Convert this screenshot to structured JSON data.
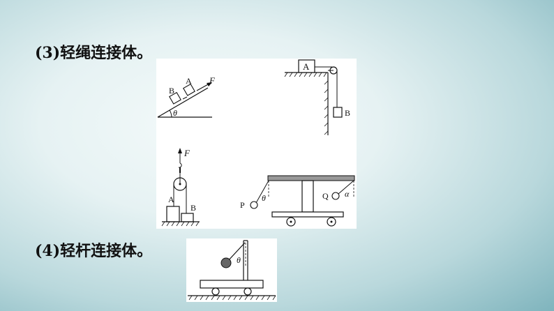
{
  "headings": {
    "h3": "(3)轻绳连接体。",
    "h4": "(4)轻杆连接体。"
  },
  "fig_incline": {
    "label_b": "B",
    "label_a": "A",
    "label_force": "F",
    "label_angle": "θ"
  },
  "fig_table_pulley": {
    "label_a": "A",
    "label_b": "B"
  },
  "fig_lift_pulley": {
    "label_force": "F",
    "label_a": "A",
    "label_b": "B"
  },
  "fig_cart_pendulums": {
    "label_p": "P",
    "label_theta": "θ",
    "label_q": "Q",
    "label_alpha": "α"
  },
  "fig_rod_cart": {
    "label_theta": "θ"
  }
}
